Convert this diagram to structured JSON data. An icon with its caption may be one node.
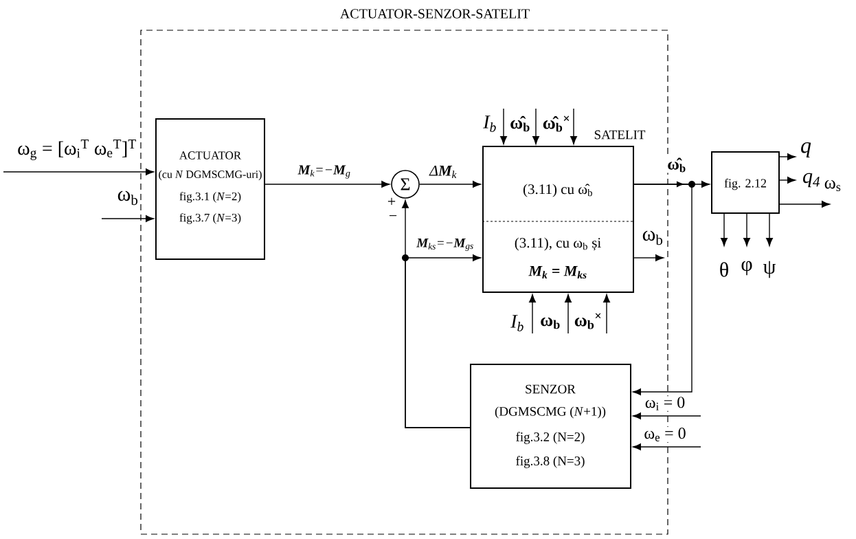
{
  "diagram": {
    "nodes": [
      {
        "text": [
          "ACTUATOR-SENZOR-SATELIT"
        ]
      },
      {
        "text": [
          "ACTUATOR",
          "(cu *N* DGMSCMG-uri)",
          "fig.3.1 (*N*=2)",
          "fig.3.7 (*N*=3)"
        ],
        "in": 0
      },
      {
        "text": [
          "Σ"
        ],
        "in": 0
      },
      {
        "text": [
          "SATELIT",
          "(3.11) cu ω̂$_{b}$",
          "(3.11), cu ω$_{b}$ și",
          "**M**$_{k}$ = **M**$_{ks}$"
        ],
        "in": 0
      },
      {
        "text": [
          "fig. 2.12"
        ]
      },
      {
        "text": [
          "SENZOR",
          "(DGMSCMG (*N*+1))",
          "fig.3.2 (N=2)",
          "fig.3.8 (N=3)"
        ],
        "in": 0
      }
    ],
    "edges": [
      {
        "from": null,
        "to": 1,
        "arrow": "to",
        "label": "ω$_{g}$ = [ω$_{i}$$^{T}$   ω$_{e}$$^{T}$]$^{T}$"
      },
      {
        "from": null,
        "to": 1,
        "arrow": "to",
        "label": "ω$_{b}$"
      },
      {
        "from": 1,
        "to": 2,
        "arrow": "to",
        "label": "**M**$_{k}$=−**M**$_{g}$"
      },
      {
        "from": 2,
        "to": 3,
        "arrow": "to",
        "label": "Δ**M**$_{k}$"
      },
      {
        "from": 5,
        "to": 2,
        "arrow": "to"
      },
      {
        "from": 5,
        "to": 3,
        "arrow": "to",
        "label": "**M**$_{ks}$=−**M**$_{gs}$"
      },
      {
        "from": null,
        "to": 3,
        "arrow": "to",
        "label": "I$_{b}$"
      },
      {
        "from": null,
        "to": 3,
        "arrow": "to",
        "label": "ω̂$_{b}$"
      },
      {
        "from": null,
        "to": 3,
        "arrow": "to",
        "label": "ω̂$_{b}$$^{×}$"
      },
      {
        "from": null,
        "to": 3,
        "arrow": "to",
        "label": "I$_{b}$"
      },
      {
        "from": null,
        "to": 3,
        "arrow": "to",
        "label": "ω$_{b}$"
      },
      {
        "from": null,
        "to": 3,
        "arrow": "to",
        "label": "ω$_{b}$$^{×}$"
      },
      {
        "from": 3,
        "to": 4,
        "arrow": "to",
        "label": "ω̂$_{b}$"
      },
      {
        "from": 3,
        "to": 5,
        "arrow": "to"
      },
      {
        "from": 3,
        "to": null,
        "arrow": "to",
        "label": "ω$_{b}$"
      },
      {
        "from": 4,
        "to": null,
        "arrow": "to",
        "label": "q"
      },
      {
        "from": 4,
        "to": null,
        "arrow": "to",
        "label": "q$_{4}$"
      },
      {
        "from": 4,
        "to": null,
        "arrow": "to",
        "label": "ω$_{s}$"
      },
      {
        "from": 4,
        "to": null,
        "arrow": "to",
        "label": "θ"
      },
      {
        "from": 4,
        "to": null,
        "arrow": "to",
        "label": "φ"
      },
      {
        "from": 4,
        "to": null,
        "arrow": "to",
        "label": "ψ"
      },
      {
        "from": null,
        "to": 5,
        "arrow": "to",
        "label": "ω$_{i}$ = 0"
      },
      {
        "from": null,
        "to": 5,
        "arrow": "to",
        "label": "ω$_{e}$ = 0"
      }
    ],
    "labels": [
      "+",
      "−"
    ]
  }
}
